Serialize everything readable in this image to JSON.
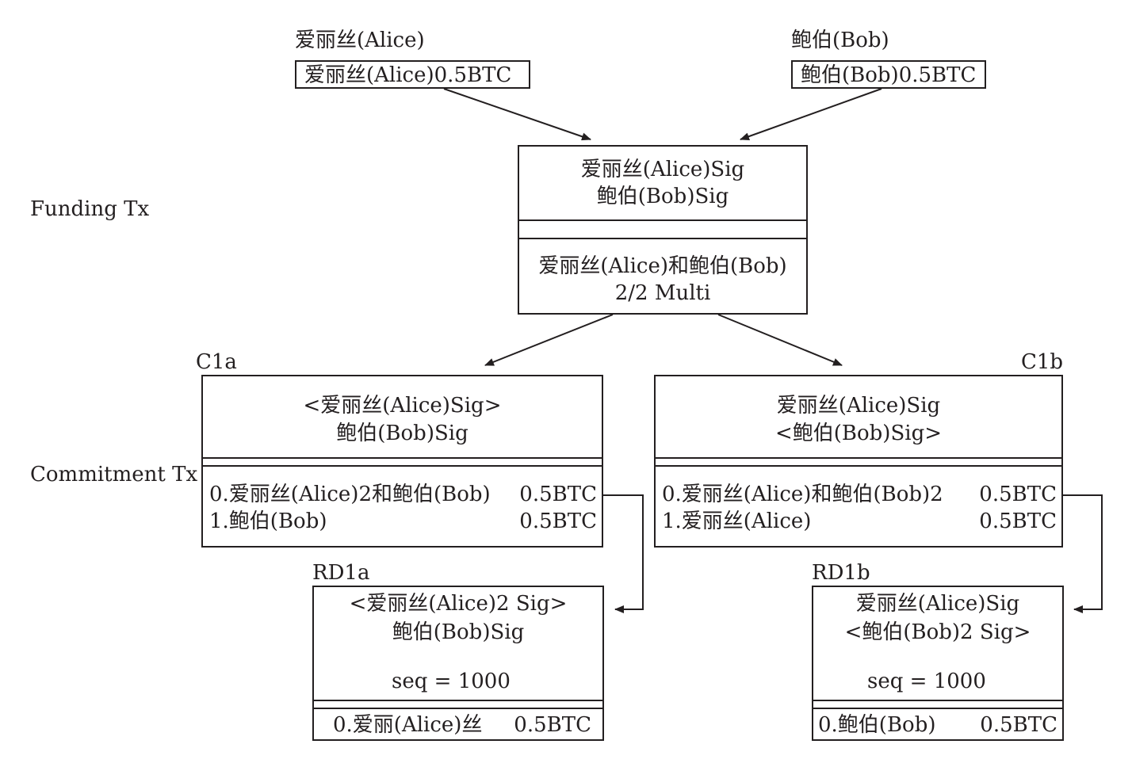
{
  "alice_label": "爱丽丝(Alice)",
  "alice_input": "爱丽丝(Alice)0.5BTC",
  "bob_label": "鲍伯(Bob)",
  "bob_input": "鲍伯(Bob)0.5BTC",
  "funding": {
    "side_label": "Funding Tx",
    "sig1": "爱丽丝(Alice)Sig",
    "sig2": "鲍伯(Bob)Sig",
    "out1": "爱丽丝(Alice)和鲍伯(Bob)",
    "out2": "2/2 Multi"
  },
  "commitment_label": "Commitment Tx",
  "c1a": {
    "title": "C1a",
    "sig1": "<爱丽丝(Alice)Sig>",
    "sig2": "鲍伯(Bob)Sig",
    "outputs": [
      {
        "name": "0.爱丽丝(Alice)2和鲍伯(Bob)",
        "amount": "0.5BTC"
      },
      {
        "name": "1.鲍伯(Bob)",
        "amount": "0.5BTC"
      }
    ]
  },
  "c1b": {
    "title": "C1b",
    "sig1": "爱丽丝(Alice)Sig",
    "sig2": "<鲍伯(Bob)Sig>",
    "outputs": [
      {
        "name": "0.爱丽丝(Alice)和鲍伯(Bob)2",
        "amount": "0.5BTC"
      },
      {
        "name": "1.爱丽丝(Alice)",
        "amount": "0.5BTC"
      }
    ]
  },
  "rd1a": {
    "title": "RD1a",
    "sig1": "<爱丽丝(Alice)2 Sig>",
    "sig2": "鲍伯(Bob)Sig",
    "seq": "seq = 1000",
    "output_name": "0.爱丽(Alice)丝",
    "output_amount": "0.5BTC"
  },
  "rd1b": {
    "title": "RD1b",
    "sig1": "爱丽丝(Alice)Sig",
    "sig2": "<鲍伯(Bob)2 Sig>",
    "seq": "seq = 1000",
    "output_name": "0.鲍伯(Bob)",
    "output_amount": "0.5BTC"
  }
}
